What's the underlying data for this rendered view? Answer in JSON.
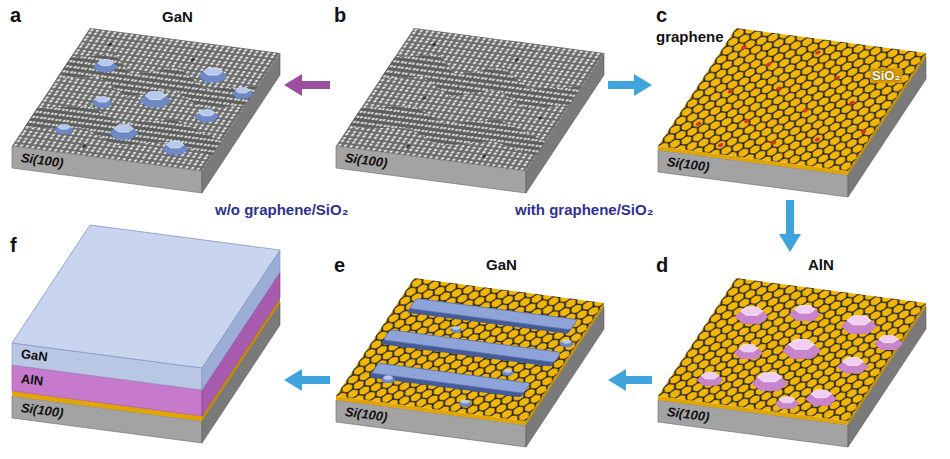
{
  "diagram": {
    "nodes": [
      {
        "text": [
          "a",
          "GaN",
          "Si(100)"
        ]
      },
      {
        "text": [
          "b",
          "Si(100)"
        ]
      },
      {
        "text": [
          "c",
          "graphene",
          "SiO₂",
          "Si(100)"
        ]
      },
      {
        "text": [
          "d",
          "AlN",
          "Si(100)"
        ]
      },
      {
        "text": [
          "e",
          "GaN",
          "Si(100)"
        ]
      },
      {
        "text": [
          "f",
          "GaN",
          "AlN",
          "Si(100)"
        ]
      }
    ],
    "edges": [
      {
        "from": 1,
        "to": 0,
        "arrow": "to",
        "label": "w/o graphene/SiO₂"
      },
      {
        "from": 1,
        "to": 2,
        "arrow": "to",
        "label": "with graphene/SiO₂"
      },
      {
        "from": 2,
        "to": 3,
        "arrow": "to"
      },
      {
        "from": 3,
        "to": 4,
        "arrow": "to"
      },
      {
        "from": 4,
        "to": 5,
        "arrow": "to"
      }
    ]
  }
}
